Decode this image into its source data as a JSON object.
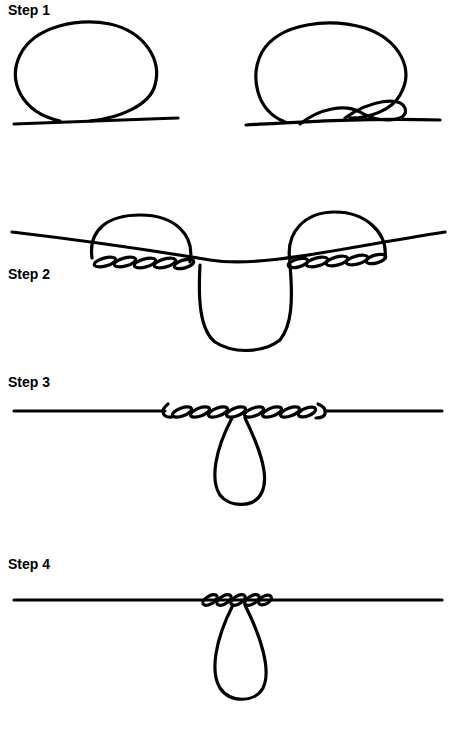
{
  "diagram": {
    "labels": [
      "Step 1",
      "Step 2",
      "Step 3",
      "Step 4"
    ]
  }
}
